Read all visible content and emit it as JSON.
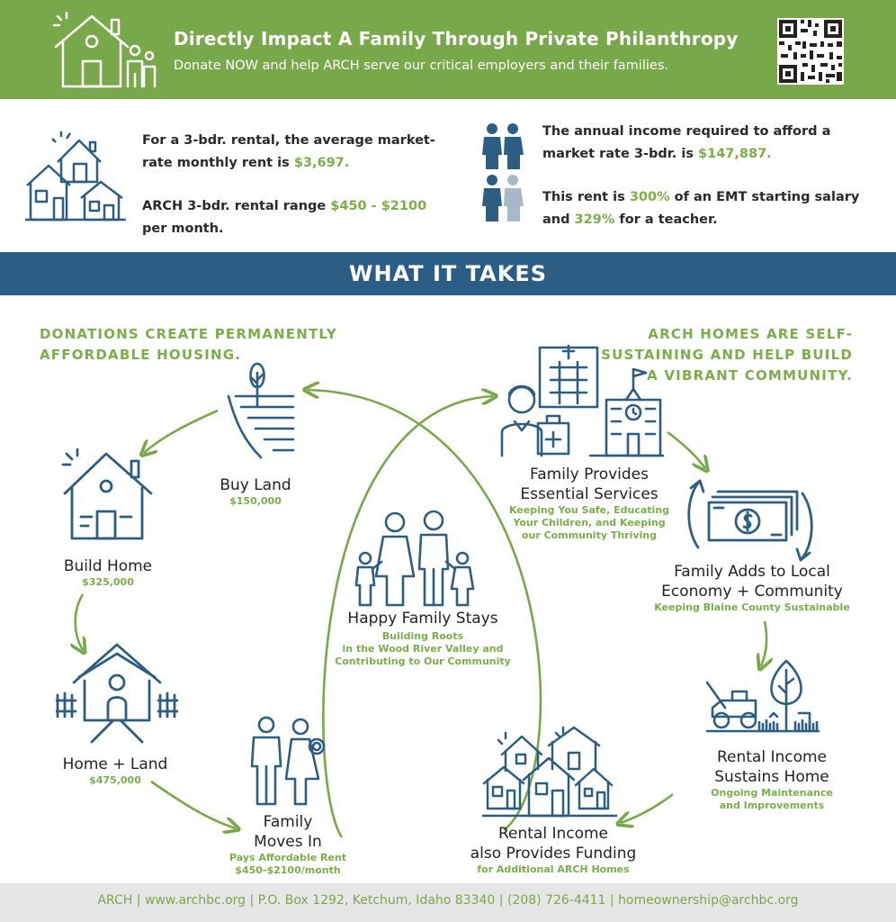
{
  "header": {
    "title": "Directly Impact A Family Through Private Philanthropy",
    "subtitle": "Donate NOW and help ARCH serve our critical employers and their families.",
    "logo_icon": "house-family-icon",
    "qr_icon": "qr-code-icon"
  },
  "stats": {
    "rent_prefix": "For a 3-bdr. rental, the average market-",
    "rent_middle": "rate monthly rent is ",
    "rent_value": "$3,697.",
    "arch_prefix": "ARCH 3-bdr. rental range ",
    "arch_value": "$450 - $2100",
    "arch_suffix": "per month.",
    "income_line1": "The annual income required to afford a",
    "income_line2": "market rate  3-bdr.  is ",
    "income_value": "$147,887.",
    "ratio_prefix": "This rent is ",
    "ratio_emt": "300%",
    "ratio_mid": " of an EMT starting salary",
    "ratio_and": "and ",
    "ratio_teacher": "329%",
    "ratio_suffix": " for a teacher."
  },
  "band": {
    "title": "WHAT IT TAKES"
  },
  "leads": {
    "left_line1": "DONATIONS CREATE PERMANENTLY",
    "left_line2": "AFFORDABLE HOUSING.",
    "right_line1": "ARCH HOMES ARE SELF-",
    "right_line2": "SUSTAINING AND HELP BUILD",
    "right_line3": "A VIBRANT COMMUNITY."
  },
  "nodes": {
    "buy_land": {
      "label": "Buy Land",
      "sub": "$150,000"
    },
    "build_home": {
      "label": "Build Home",
      "sub": "$325,000"
    },
    "home_land": {
      "label": "Home + Land",
      "sub": "$475,000"
    },
    "moves_in": {
      "label1": "Family",
      "label2": "Moves In",
      "sub1": "Pays Affordable Rent",
      "sub2": "$450-$2100/month"
    },
    "happy": {
      "label": "Happy Family Stays",
      "sub1": "Building Roots",
      "sub2": "in the Wood River Valley and",
      "sub3": "Contributing to Our Community"
    },
    "services": {
      "label1": "Family Provides",
      "label2": "Essential Services",
      "sub1": "Keeping You Safe, Educating",
      "sub2": "Your Children, and Keeping",
      "sub3": "our Community Thriving"
    },
    "economy": {
      "label1": "Family Adds to Local",
      "label2": "Economy + Community",
      "sub": "Keeping Blaine County Sustainable"
    },
    "sustains": {
      "label1": "Rental Income",
      "label2": "Sustains Home",
      "sub1": "Ongoing Maintenance",
      "sub2": "and Improvements"
    },
    "funding": {
      "label1": "Rental Income",
      "label2": "also Provides Funding",
      "sub": "for Additional ARCH Homes"
    }
  },
  "footer": {
    "text": "ARCH | www.archbc.org | P.O. Box 1292, Ketchum, Idaho 83340 | (208) 726-4411 | homeownership@archbc.org"
  },
  "colors": {
    "green": "#78a84a",
    "green_text": "#7aae4a",
    "navy": "#2b5d85",
    "icon_blue": "#2d5d80"
  }
}
